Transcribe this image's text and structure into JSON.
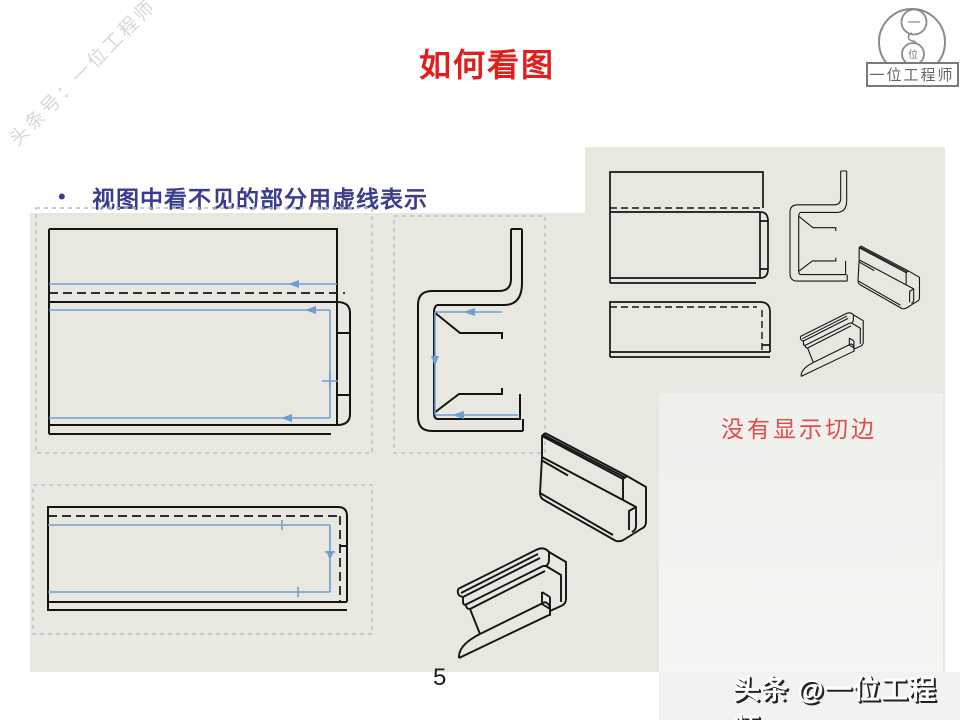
{
  "watermark": {
    "text": "头条号：一位工程师"
  },
  "header": {
    "title": "如何看图"
  },
  "logo": {
    "top_char": "一",
    "bottom_char": "位",
    "box_label": "一位工程师"
  },
  "body": {
    "bullet_marker": "•",
    "bullet_text": "视图中看不见的部分用虚线表示",
    "note_text": "没有显示切边",
    "page_number": "5"
  },
  "footer": {
    "stamp_text": "头条 @一位工程师"
  },
  "icons": {
    "bullet_marker": "bullet-dot",
    "logo": "engineer-gourd-logo"
  },
  "colors": {
    "panel_beige": "#e9e8e0",
    "panel_gray": "#f1f1ee",
    "title_red": "#e31c1c",
    "note_red": "#e14b4b",
    "bullet_navy": "#3c3c8e",
    "line_blue": "#6f9ed6",
    "boundary_dash_blue": "#a9c5ce",
    "hidden_line_black": "#141414",
    "stamp_white": "#ffffff",
    "watermark_gray": "#d7d7d7"
  }
}
